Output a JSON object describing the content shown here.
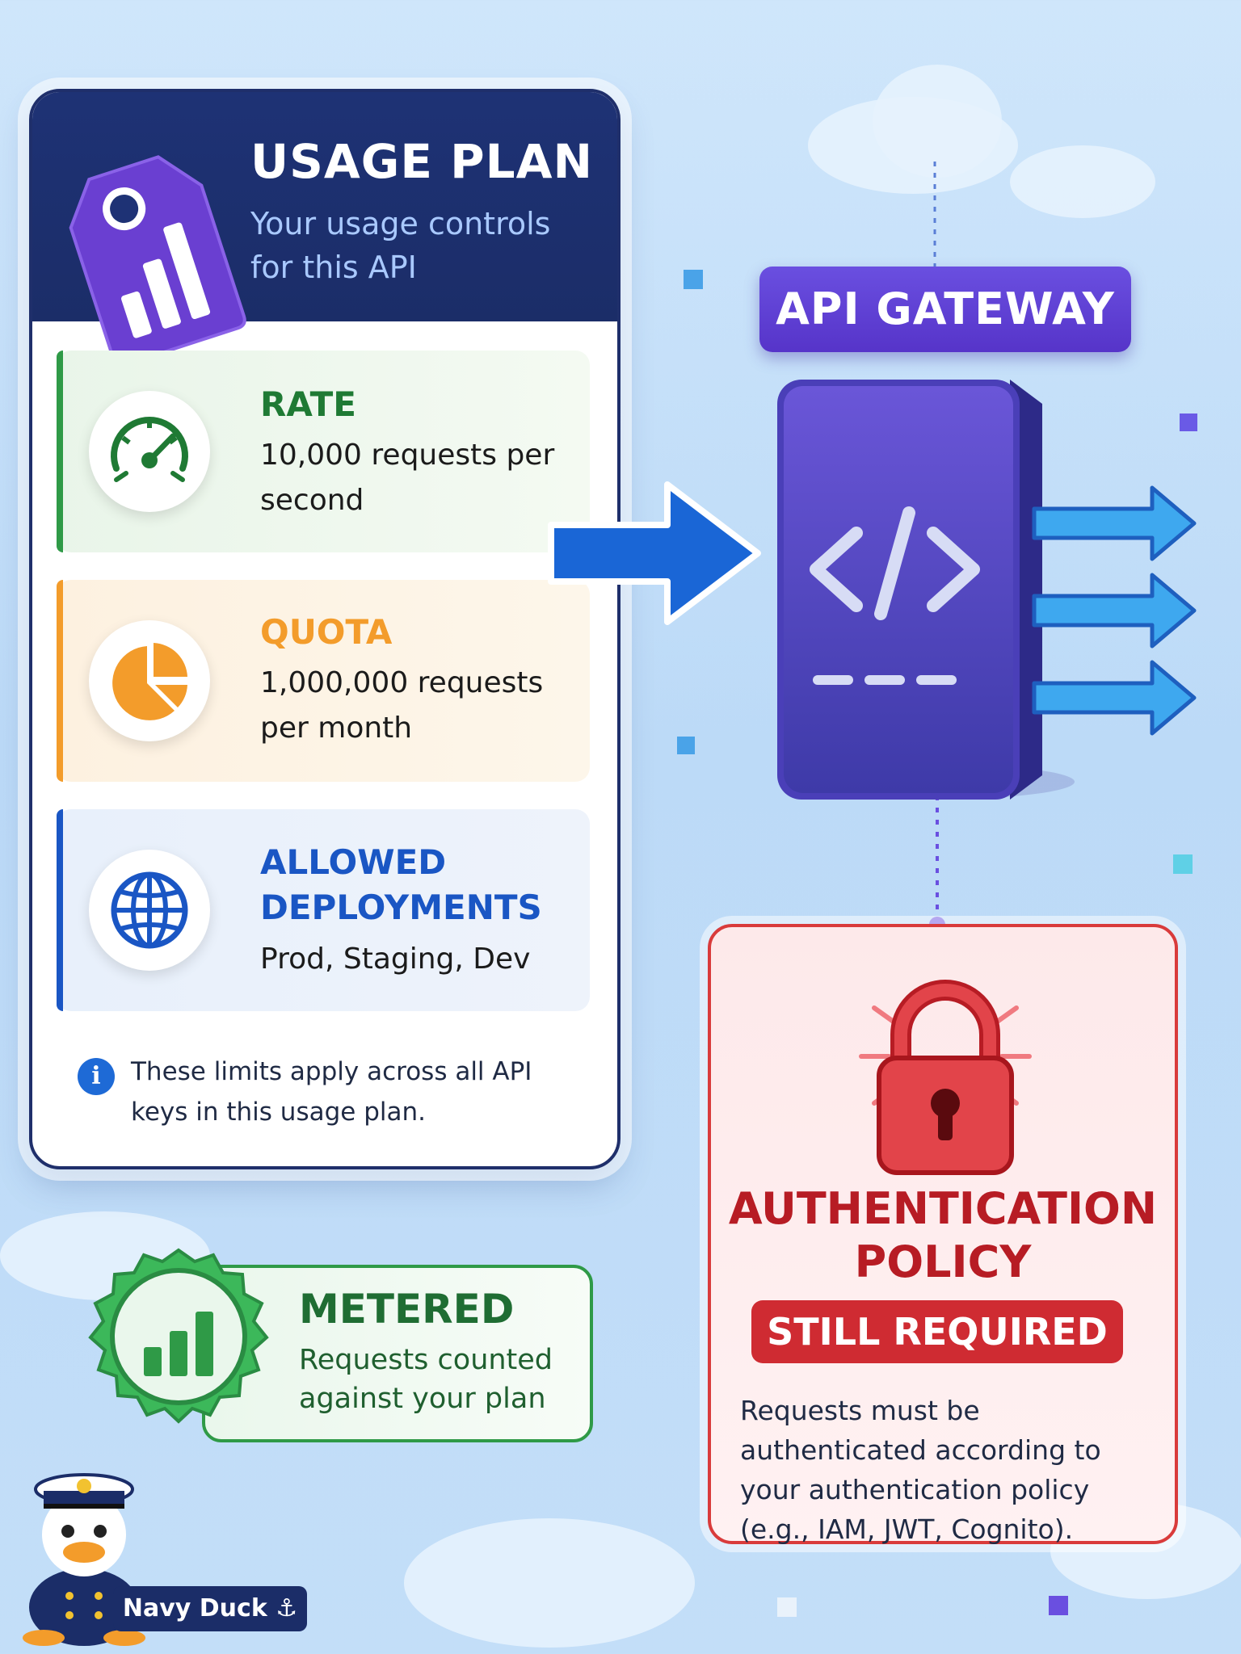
{
  "usage_plan": {
    "title": "USAGE PLAN",
    "subtitle": "Your usage controls for this API",
    "rate": {
      "title": "RATE",
      "text": "10,000 requests per second"
    },
    "quota": {
      "title": "QUOTA",
      "text": "1,000,000 requests per month"
    },
    "deployments": {
      "title": "ALLOWED DEPLOYMENTS",
      "text": "Prod, Staging, Dev"
    },
    "note": "These limits apply across all API keys in this usage plan."
  },
  "metered": {
    "title": "METERED",
    "text": "Requests counted against your plan"
  },
  "gateway": {
    "label": "API GATEWAY"
  },
  "auth": {
    "title": "AUTHENTICATION POLICY",
    "badge": "STILL REQUIRED",
    "text": "Requests must be authenticated according to your authentication policy (e.g., IAM, JWT, Cognito)."
  },
  "brand": {
    "label": "Navy Duck ⚓"
  },
  "colors": {
    "navy": "#1e3275",
    "rate_green": "#1f7a34",
    "quota_orange": "#f39c2b",
    "deploy_blue": "#1a56c4",
    "gateway_purple": "#5634c9",
    "auth_red": "#cf2b32"
  }
}
